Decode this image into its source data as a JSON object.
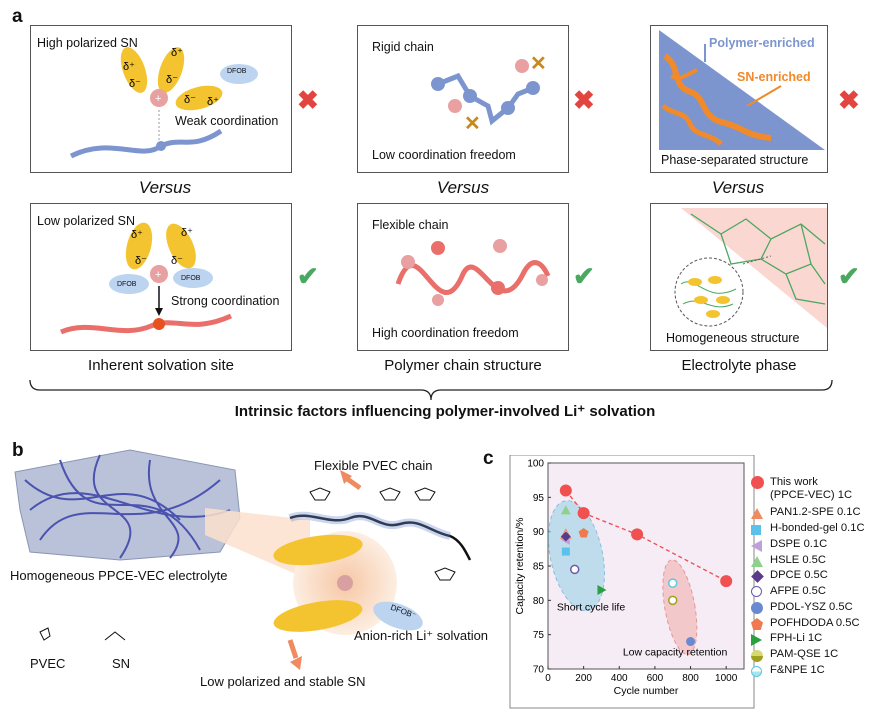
{
  "panel_a": {
    "letter": "a",
    "top": {
      "p1": {
        "label": "High polarized SN",
        "note": "Weak coordination",
        "dfob": "DFOB"
      },
      "p2": {
        "label": "Rigid chain",
        "note": "Low coordination freedom"
      },
      "p3": {
        "label1": "Polymer-enriched",
        "label2": "SN-enriched",
        "note": "Phase-separated structure"
      }
    },
    "versus": [
      "Versus",
      "Versus",
      "Versus"
    ],
    "bottom": {
      "p1": {
        "label": "Low polarized SN",
        "note": "Strong coordination",
        "dfob": "DFOB"
      },
      "p2": {
        "label": "Flexible chain",
        "note": "High coordination freedom"
      },
      "p3": {
        "note": "Homogeneous structure"
      }
    },
    "delta": "δ⁺",
    "delta_minus": "δ⁻",
    "captions": [
      "Inherent solvation site",
      "Polymer chain structure",
      "Electrolyte phase"
    ],
    "title": "Intrinsic factors influencing polymer-involved Li⁺ solvation",
    "colors": {
      "cross": "#e2453f",
      "check": "#4aa860",
      "polymer": "#7d95cf",
      "sn": "#f08a2a",
      "chain_red": "#ea6e6a"
    }
  },
  "panel_b": {
    "letter": "b",
    "membrane_label": "Homogeneous PPCE-VEC electrolyte",
    "flex_label": "Flexible PVEC chain",
    "anion_label": "Anion-rich Li⁺ solvation",
    "sn_label": "Low polarized and stable SN",
    "pvec": "PVEC",
    "sn": "SN",
    "dfob": "DFOB⁻"
  },
  "panel_c": {
    "letter": "c",
    "short_cycle": "Short cycle life",
    "low_cap": "Low capacity retention",
    "legend": [
      "This work",
      "(PPCE-VEC) 1C",
      "PAN1.2-SPE 0.1C",
      "H-bonded-gel 0.1C",
      "DSPE 0.1C",
      "HSLE 0.5C",
      "DPCE 0.5C",
      "AFPE 0.5C",
      "PDOL-YSZ 0.5C",
      "POFHDODA 0.5C",
      "FPH-Li 1C",
      "PAM-QSE 1C",
      "F&NPE 1C"
    ]
  },
  "chart_data": {
    "type": "scatter",
    "xlabel": "Cycle number",
    "ylabel": "Capacity retention/%",
    "xlim": [
      0,
      1100
    ],
    "ylim": [
      70,
      100
    ],
    "xticks": [
      0,
      200,
      400,
      600,
      800,
      1000
    ],
    "yticks": [
      70,
      75,
      80,
      85,
      90,
      95,
      100
    ],
    "series": [
      {
        "name": "This work (PPCE-VEC) 1C",
        "color": "#f05050",
        "shape": "circle",
        "points": [
          [
            100,
            96
          ],
          [
            200,
            92.7
          ],
          [
            500,
            89.6
          ],
          [
            1000,
            82.8
          ]
        ]
      },
      {
        "name": "PAN1.2-SPE 0.1C",
        "color": "#f08a60",
        "shape": "triangle-outline",
        "points": [
          [
            100,
            89.6
          ]
        ]
      },
      {
        "name": "H-bonded-gel 0.1C",
        "color": "#5bc0ea",
        "shape": "square",
        "points": [
          [
            100,
            87.1
          ]
        ]
      },
      {
        "name": "DSPE 0.1C",
        "color": "#c0a0d8",
        "shape": "triangle-left",
        "points": [
          [
            100,
            88.8
          ]
        ]
      },
      {
        "name": "HSLE 0.5C",
        "color": "#8fd18a",
        "shape": "triangle-up",
        "points": [
          [
            100,
            93.1
          ]
        ]
      },
      {
        "name": "DPCE 0.5C",
        "color": "#5a3a8a",
        "shape": "diamond",
        "points": [
          [
            100,
            89.3
          ]
        ]
      },
      {
        "name": "AFPE 0.5C",
        "color": "#6a5aa8",
        "shape": "circle-half",
        "points": [
          [
            150,
            84.5
          ]
        ]
      },
      {
        "name": "PDOL-YSZ 0.5C",
        "color": "#6a8ad0",
        "shape": "circle",
        "points": [
          [
            800,
            74
          ]
        ]
      },
      {
        "name": "POFHDODA 0.5C",
        "color": "#f07a50",
        "shape": "pentagon",
        "points": [
          [
            200,
            89.8
          ]
        ]
      },
      {
        "name": "FPH-Li 1C",
        "color": "#2aa040",
        "shape": "triangle-right",
        "points": [
          [
            300,
            81.5
          ]
        ]
      },
      {
        "name": "PAM-QSE 1C",
        "color": "#a0a020",
        "shape": "circle-half",
        "points": [
          [
            700,
            80
          ]
        ]
      },
      {
        "name": "F&NPE 1C",
        "color": "#5cc8e0",
        "shape": "circle-half",
        "points": [
          [
            700,
            82.5
          ]
        ]
      }
    ]
  }
}
